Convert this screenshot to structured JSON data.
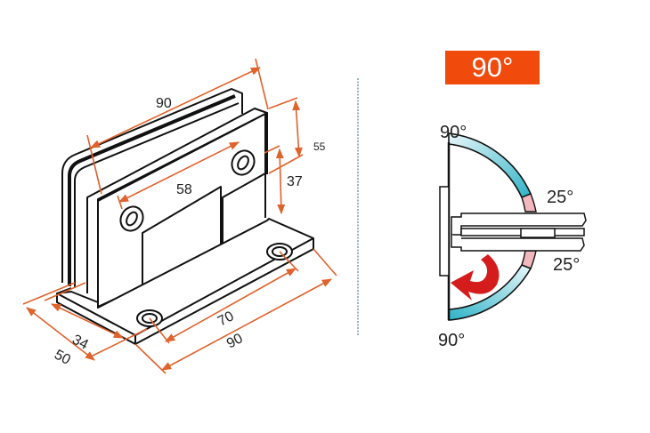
{
  "figure": {
    "left_view": {
      "name": "glass-to-wall hinge isometric with dimensions",
      "dimensions": {
        "top_length": "90",
        "hole_spacing_vertical_plate": "58",
        "plate_height": "55",
        "hole_height": "37",
        "base_inner": "34",
        "base_depth": "50",
        "base_hole_spacing": "70",
        "base_length": "90"
      }
    },
    "right_view": {
      "badge": "90°",
      "angles": {
        "top": "90°",
        "upper_small": "25°",
        "lower_small": "25°",
        "bottom": "90°"
      }
    },
    "colors": {
      "dimension": "#e0622c",
      "badge": "#f04a0c",
      "arc_blue": "#3fb8c8",
      "arc_pink": "#f2b8bd",
      "arrow_red": "#d41c1c"
    }
  }
}
